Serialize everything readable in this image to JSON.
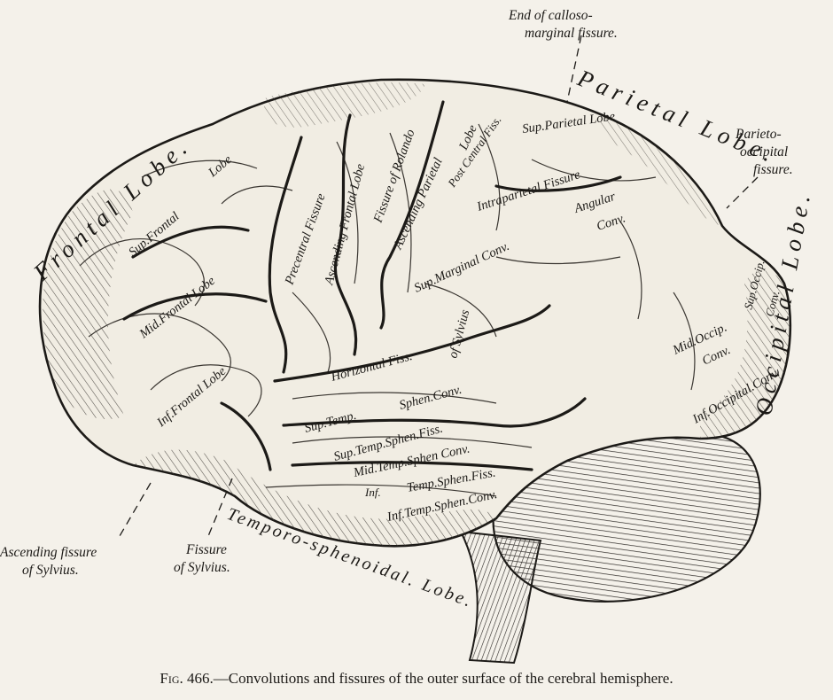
{
  "figure": {
    "lobes": {
      "frontal": "Frontal Lobe.",
      "parietal": "Parietal Lobe.",
      "occipital": "Occipital Lobe.",
      "temporo": "Temporo-sphenoidal. Lobe."
    },
    "external_labels": {
      "calloso_1": "End of calloso-",
      "calloso_2": "marginal fissure.",
      "parieto_1": "Parieto-",
      "parieto_2": "occipital",
      "parieto_3": "fissure.",
      "asc_sylvius_1": "Ascending fissure",
      "asc_sylvius_2": "of Sylvius.",
      "sylvius_1": "Fissure",
      "sylvius_2": "of Sylvius."
    },
    "convolutions": {
      "sup_frontal_a": "Sup.Frontal",
      "sup_frontal_b": "Lobe",
      "mid_frontal": "Mid.Frontal Lobe",
      "inf_frontal": "Inf.Frontal Lobe",
      "precentral": "Precentral Fissure",
      "ascending_frontal": "Ascending Frontal Lobe",
      "fissure_rolando": "Fissure of Rolando",
      "ascending_parietal_a": "Ascending Parietal",
      "ascending_parietal_b": "Lobe",
      "post_central": "Post Central Fiss.",
      "sup_parietal": "Sup.Parietal Lobe",
      "intraparietal": "Intraparietal Fissure",
      "angular_a": "Angular",
      "angular_b": "Conv.",
      "sup_marginal": "Sup.Marginal Conv.",
      "sylvius_post": "of Sylvius",
      "horizontal_fiss": "Horizontal Fiss.",
      "mid_occip_a": "Mid.Occip.",
      "mid_occip_b": "Conv.",
      "sup_occip_a": "Sup.Occip.",
      "sup_occip_b": "Conv.",
      "inf_occipital": "Inf.Occipital.Conv.",
      "sup_temp_conv_a": "Sup.Temp.",
      "sup_temp_conv_b": "Sphen.Conv.",
      "sup_temp_fiss": "Sup.Temp.Sphen.Fiss.",
      "mid_temp_conv": "Mid.Temp.Sphen Conv.",
      "inf_temp_fiss_a": "Inf.",
      "inf_temp_fiss_b": "Temp.Sphen.Fiss.",
      "inf_temp_conv": "Inf.Temp.Sphen.Conv."
    }
  },
  "caption": {
    "fig_no": "Fig. 466.",
    "text": "—Convolutions and fissures of the outer surface of the cerebral hemisphere."
  }
}
